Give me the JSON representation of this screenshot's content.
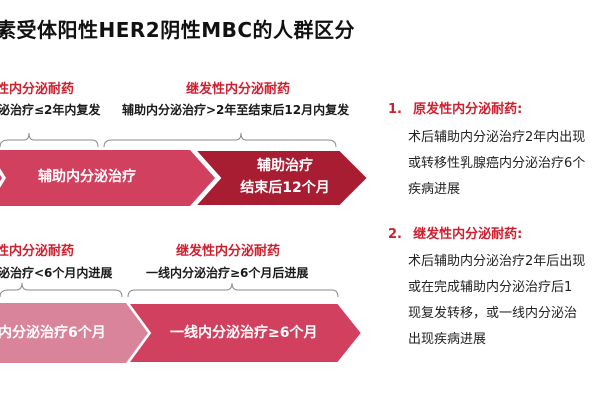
{
  "title": "素受体阳性HER2阴性MBC的人群区分",
  "colors": {
    "accent_red": "#d01f2e",
    "arrow_pink": "#d2405f",
    "arrow_dark_red": "#a91d33",
    "arrow_light_pink": "#d9849a"
  },
  "row1": {
    "primary": {
      "label": "性内分泌耐药",
      "sub": "泌治疗≤2年内复发"
    },
    "secondary": {
      "label": "继发性内分泌耐药",
      "sub": "辅助内分泌治疗>2年至结束后12月内复发"
    },
    "arrows": [
      {
        "text": "辅助内分泌治疗"
      },
      {
        "line1": "辅助治疗",
        "line2": "结束后12个月"
      }
    ]
  },
  "row2": {
    "primary": {
      "label": "性内分泌耐药",
      "sub": "泌治疗<6个月内进展"
    },
    "secondary": {
      "label": "继发性内分泌耐药",
      "sub": "一线内分泌治疗≥6个月后进展"
    },
    "arrows": [
      {
        "text": "内分泌治疗6个月"
      },
      {
        "text": "一线内分泌治疗≥6个月"
      }
    ]
  },
  "right_column": {
    "items": [
      {
        "num": "1.",
        "heading": "原发性内分泌耐药:",
        "lines": [
          "术后辅助内分泌治疗2年内出现",
          "或转移性乳腺癌内分泌治疗6个",
          "疾病进展"
        ]
      },
      {
        "num": "2.",
        "heading": "继发性内分泌耐药:",
        "lines": [
          "术后辅助内分泌治疗2年后出现",
          "或在完成辅助内分泌治疗后1",
          "现复发转移，或一线内分泌治",
          "出现疾病进展"
        ]
      }
    ]
  }
}
